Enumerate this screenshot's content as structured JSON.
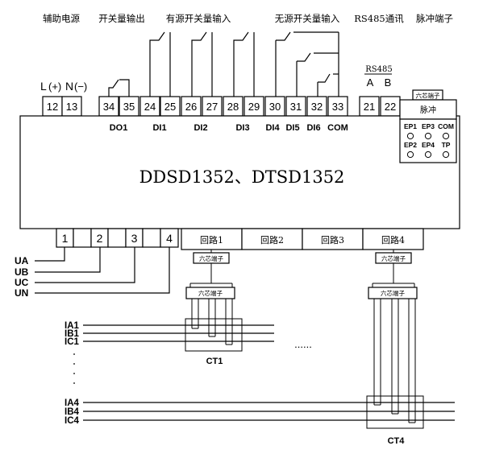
{
  "header": {
    "aux_power": "辅助电源",
    "switch_output": "开关量输出",
    "active_input": "有源开关量输入",
    "passive_input": "无源开关量输入",
    "rs485_comm": "RS485通讯",
    "pulse_terminal": "脉冲端子"
  },
  "power": {
    "L": "L",
    "plus": "(+)",
    "N": "N",
    "minus": "(−)"
  },
  "rs485": {
    "title": "RS485",
    "a": "A",
    "b": "B"
  },
  "top_terminals": [
    "12",
    "13",
    "34",
    "35",
    "24",
    "25",
    "26",
    "27",
    "28",
    "29",
    "30",
    "31",
    "32",
    "33",
    "21",
    "22"
  ],
  "io_labels": [
    "DO1",
    "DI1",
    "DI2",
    "DI3",
    "DI4",
    "DI5",
    "DI6",
    "COM"
  ],
  "pulse": {
    "header": "六芯端子",
    "label": "脉冲",
    "ports_row1": [
      "EP1",
      "EP3",
      "COM"
    ],
    "ports_row2": [
      "EP2",
      "EP4",
      "TP"
    ]
  },
  "model": "DDSD1352、DTSD1352",
  "voltage_terminals": [
    "1",
    "2",
    "3",
    "4"
  ],
  "loops": [
    "回路1",
    "回路2",
    "回路3",
    "回路4"
  ],
  "six_core": "六芯端子",
  "voltage_lines": [
    "UA",
    "UB",
    "UC",
    "UN"
  ],
  "current_lines_top": [
    "IA1",
    "IB1",
    "IC1"
  ],
  "current_lines_bottom": [
    "IA4",
    "IB4",
    "IC4"
  ],
  "ellipsis": "......",
  "ct1": "CT1",
  "ct4": "CT4"
}
